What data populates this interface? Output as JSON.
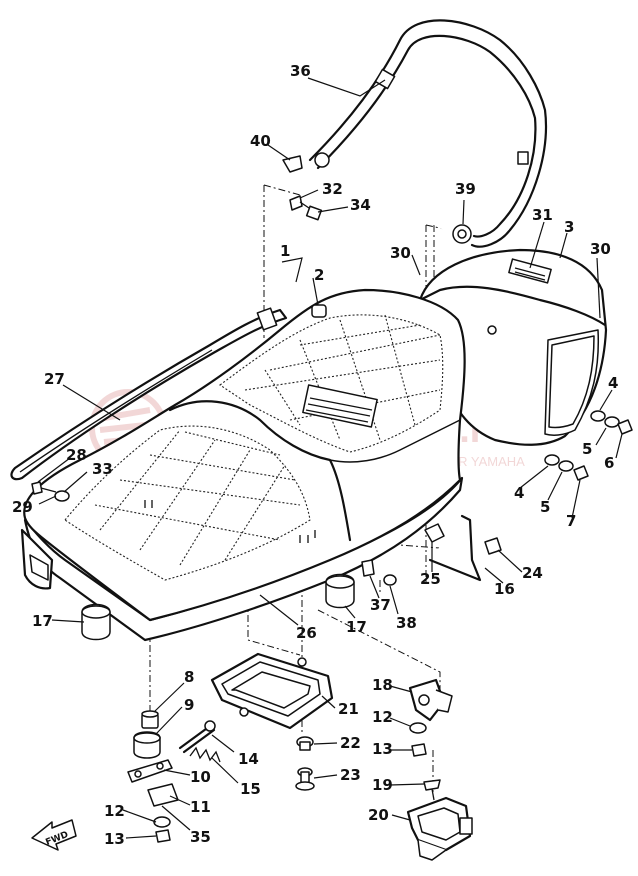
{
  "watermark": {
    "brand": "YAMAHAPARTS.PL",
    "tagline": "WYŁĄCZNY DISTRIBUTOR LOGO / DEALER YAMAHA",
    "color": "#e8b8b8"
  },
  "fwd_label": "FWD",
  "callouts": [
    {
      "id": "1",
      "label": "1"
    },
    {
      "id": "2",
      "label": "2"
    },
    {
      "id": "3",
      "label": "3"
    },
    {
      "id": "4a",
      "label": "4"
    },
    {
      "id": "4b",
      "label": "4"
    },
    {
      "id": "5a",
      "label": "5"
    },
    {
      "id": "5b",
      "label": "5"
    },
    {
      "id": "6",
      "label": "6"
    },
    {
      "id": "7",
      "label": "7"
    },
    {
      "id": "8",
      "label": "8"
    },
    {
      "id": "9",
      "label": "9"
    },
    {
      "id": "10",
      "label": "10"
    },
    {
      "id": "11",
      "label": "11"
    },
    {
      "id": "12a",
      "label": "12"
    },
    {
      "id": "12b",
      "label": "12"
    },
    {
      "id": "13a",
      "label": "13"
    },
    {
      "id": "13b",
      "label": "13"
    },
    {
      "id": "14",
      "label": "14"
    },
    {
      "id": "15",
      "label": "15"
    },
    {
      "id": "16",
      "label": "16"
    },
    {
      "id": "17a",
      "label": "17"
    },
    {
      "id": "17b",
      "label": "17"
    },
    {
      "id": "18",
      "label": "18"
    },
    {
      "id": "19",
      "label": "19"
    },
    {
      "id": "20",
      "label": "20"
    },
    {
      "id": "21",
      "label": "21"
    },
    {
      "id": "22",
      "label": "22"
    },
    {
      "id": "23",
      "label": "23"
    },
    {
      "id": "24",
      "label": "24"
    },
    {
      "id": "25",
      "label": "25"
    },
    {
      "id": "26",
      "label": "26"
    },
    {
      "id": "27",
      "label": "27"
    },
    {
      "id": "28",
      "label": "28"
    },
    {
      "id": "29",
      "label": "29"
    },
    {
      "id": "30a",
      "label": "30"
    },
    {
      "id": "30b",
      "label": "30"
    },
    {
      "id": "31",
      "label": "31"
    },
    {
      "id": "32",
      "label": "32"
    },
    {
      "id": "33",
      "label": "33"
    },
    {
      "id": "34",
      "label": "34"
    },
    {
      "id": "35",
      "label": "35"
    },
    {
      "id": "36",
      "label": "36"
    },
    {
      "id": "37",
      "label": "37"
    },
    {
      "id": "38",
      "label": "38"
    },
    {
      "id": "39",
      "label": "39"
    },
    {
      "id": "40",
      "label": "40"
    }
  ]
}
